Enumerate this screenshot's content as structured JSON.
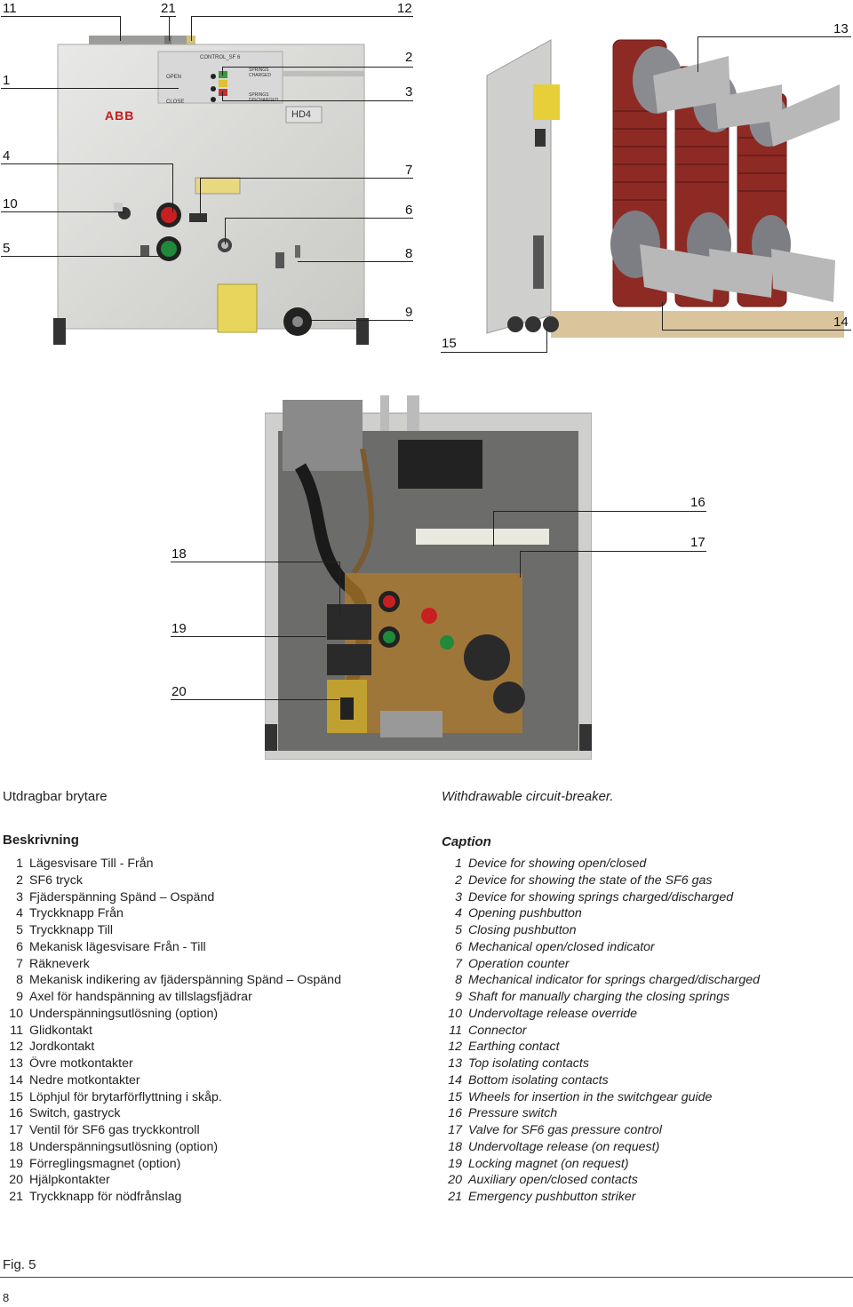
{
  "callouts": {
    "n11": "11",
    "n21": "21",
    "n12": "12",
    "n1": "1",
    "n2": "2",
    "n3": "3",
    "n4": "4",
    "n7": "7",
    "n10": "10",
    "n6": "6",
    "n5": "5",
    "n8": "8",
    "n9": "9",
    "n13": "13",
    "n14": "14",
    "n15": "15",
    "n16": "16",
    "n17": "17",
    "n18": "18",
    "n19": "19",
    "n20": "20"
  },
  "front_panel": {
    "brand": "ABB",
    "model": "HD4",
    "control_title": "CONTROL_SF 6",
    "open_label": "OPEN",
    "close_label": "CLOSE",
    "springs_label": "SPRINGS CHARGED",
    "springs2_label": "SPRINGS DISCHARGED"
  },
  "captions": {
    "sv": "Utdragbar brytare",
    "en": "Withdrawable circuit-breaker."
  },
  "description_sv": {
    "heading": "Beskrivning",
    "items": [
      {
        "n": "1",
        "text": "Lägesvisare Till - Från"
      },
      {
        "n": "2",
        "text": "SF6 tryck"
      },
      {
        "n": "3",
        "text": "Fjäderspänning Spänd – Ospänd"
      },
      {
        "n": "4",
        "text": "Tryckknapp Från"
      },
      {
        "n": "5",
        "text": "Tryckknapp Till"
      },
      {
        "n": "6",
        "text": "Mekanisk lägesvisare Från - Till"
      },
      {
        "n": "7",
        "text": "Räkneverk"
      },
      {
        "n": "8",
        "text": "Mekanisk indikering av fjäderspänning Spänd – Ospänd"
      },
      {
        "n": "9",
        "text": "Axel för handspänning av tillslagsfjädrar"
      },
      {
        "n": "10",
        "text": "Underspänningsutlösning (option)"
      },
      {
        "n": "11",
        "text": "Glidkontakt"
      },
      {
        "n": "12",
        "text": "Jordkontakt"
      },
      {
        "n": "13",
        "text": "Övre motkontakter"
      },
      {
        "n": "14",
        "text": "Nedre motkontakter"
      },
      {
        "n": "15",
        "text": "Löphjul för brytarförflyttning i skåp."
      },
      {
        "n": "16",
        "text": "Switch, gastryck"
      },
      {
        "n": "17",
        "text": "Ventil för SF6 gas tryckkontroll"
      },
      {
        "n": "18",
        "text": "Underspänningsutlösning (option)"
      },
      {
        "n": "19",
        "text": "Förreglingsmagnet (option)"
      },
      {
        "n": "20",
        "text": "Hjälpkontakter"
      },
      {
        "n": "21",
        "text": "Tryckknapp för nödfrånslag"
      }
    ]
  },
  "description_en": {
    "heading": "Caption",
    "items": [
      {
        "n": "1",
        "text": "Device for showing open/closed"
      },
      {
        "n": "2",
        "text": "Device for showing the state of the SF6 gas"
      },
      {
        "n": "3",
        "text": "Device for showing springs charged/discharged"
      },
      {
        "n": "4",
        "text": "Opening pushbutton"
      },
      {
        "n": "5",
        "text": "Closing pushbutton"
      },
      {
        "n": "6",
        "text": "Mechanical open/closed indicator"
      },
      {
        "n": "7",
        "text": "Operation counter"
      },
      {
        "n": "8",
        "text": "Mechanical indicator for springs charged/discharged"
      },
      {
        "n": "9",
        "text": "Shaft for manually charging the closing springs"
      },
      {
        "n": "10",
        "text": "Undervoltage release override"
      },
      {
        "n": "11",
        "text": "Connector"
      },
      {
        "n": "12",
        "text": "Earthing contact"
      },
      {
        "n": "13",
        "text": "Top isolating contacts"
      },
      {
        "n": "14",
        "text": "Bottom isolating contacts"
      },
      {
        "n": "15",
        "text": "Wheels for insertion in the switchgear guide"
      },
      {
        "n": "16",
        "text": "Pressure switch"
      },
      {
        "n": "17",
        "text": "Valve for SF6 gas pressure control"
      },
      {
        "n": "18",
        "text": "Undervoltage release (on request)"
      },
      {
        "n": "19",
        "text": "Locking magnet (on request)"
      },
      {
        "n": "20",
        "text": "Auxiliary open/closed contacts"
      },
      {
        "n": "21",
        "text": "Emergency pushbutton striker"
      }
    ]
  },
  "footer": {
    "figure": "Fig. 5",
    "page": "8"
  }
}
